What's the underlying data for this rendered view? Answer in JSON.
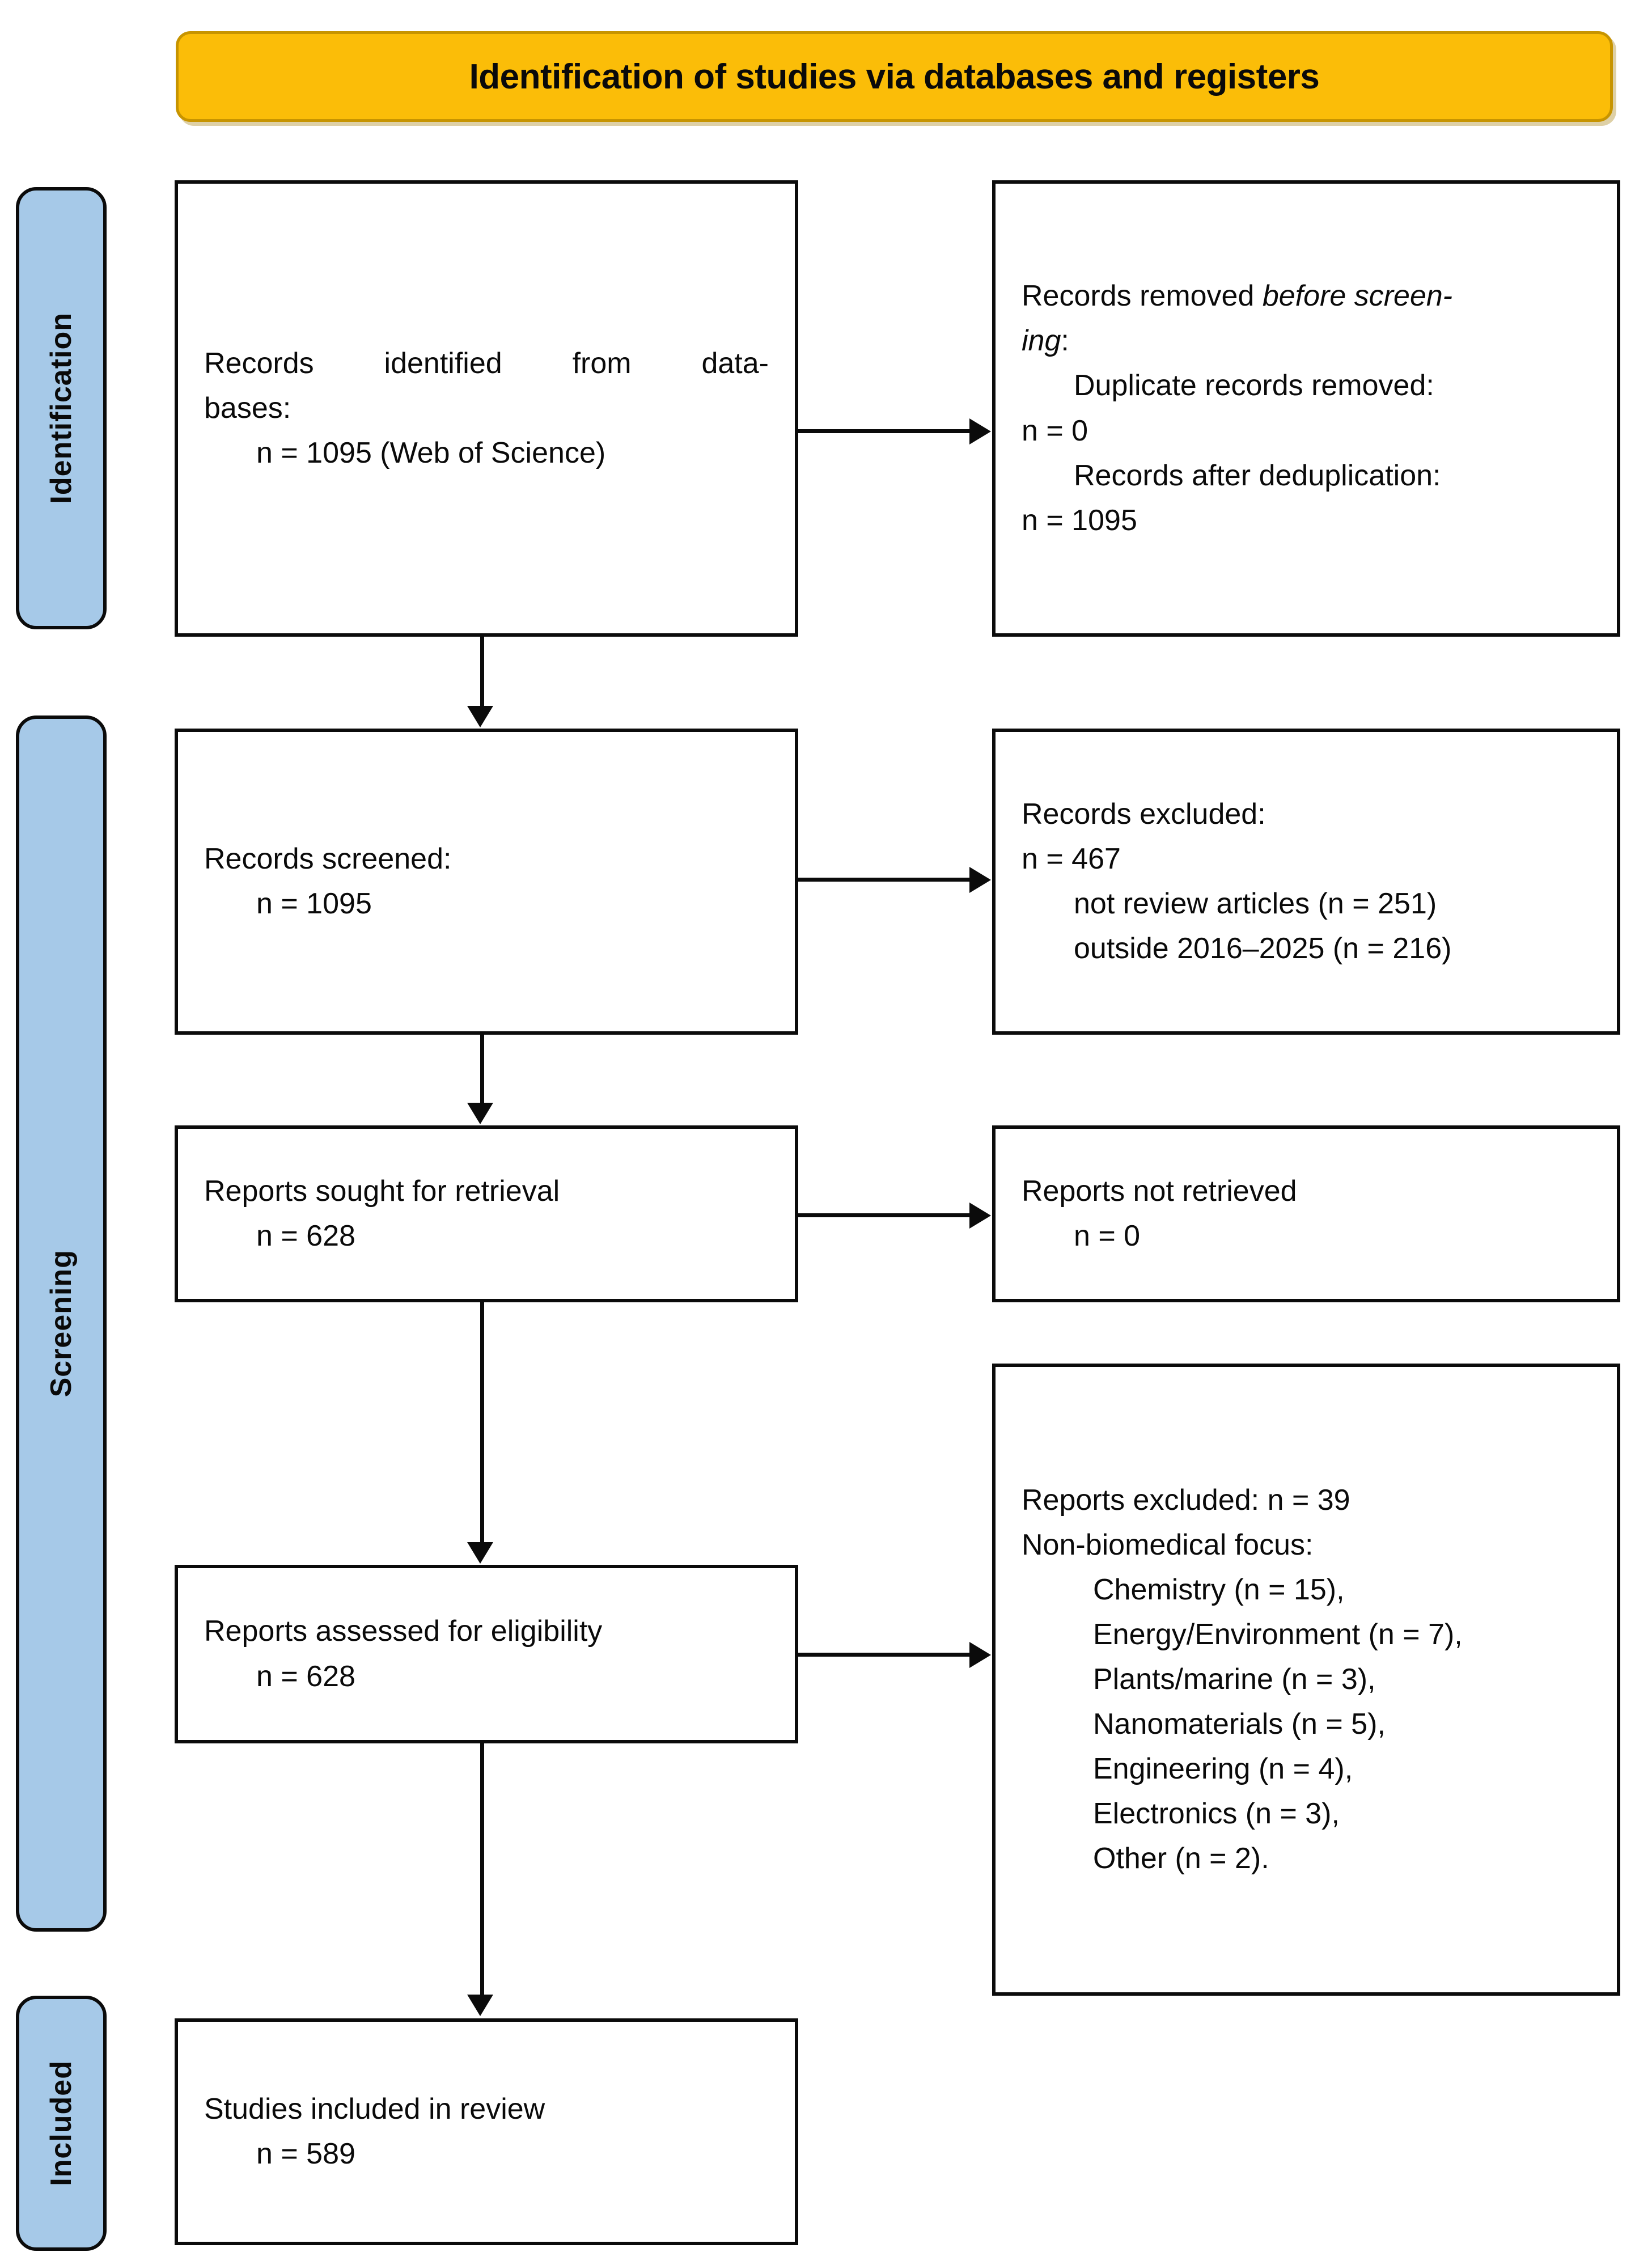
{
  "header": {
    "title": "Identification of studies via databases and registers",
    "bar_color": "#FBBD08",
    "bar_border_color": "#C79400"
  },
  "stages": {
    "identification": "Identification",
    "screening": "Screening",
    "included": "Included",
    "pill_color": "#A6C9E8"
  },
  "flow": {
    "records_identified": {
      "line1": "Records identified from data-",
      "line2": "bases:",
      "line3": "n = 1095 (Web of Science)"
    },
    "records_removed": {
      "line1_plain": "Records removed ",
      "line1_italic": "before screen-",
      "line2_italic": "ing",
      "line2_plain": ":",
      "line3": "Duplicate records removed:",
      "line4": "n = 0",
      "line5": "Records after deduplication:",
      "line6": "n = 1095"
    },
    "records_screened": {
      "line1": "Records screened:",
      "line2": "n = 1095"
    },
    "records_excluded": {
      "line1": "Records excluded:",
      "line2": "n = 467",
      "line3": "not review articles (n = 251)",
      "line4": "outside 2016–2025 (n = 216)"
    },
    "reports_sought": {
      "line1": "Reports sought for retrieval",
      "line2": "n = 628"
    },
    "reports_not_retrieved": {
      "line1": "Reports not retrieved",
      "line2": "n = 0"
    },
    "reports_assessed": {
      "line1": "Reports assessed for eligibility",
      "line2": "n = 628"
    },
    "reports_excluded": {
      "line1": "Reports excluded: n = 39",
      "line2": "Non-biomedical focus:",
      "line3": "Chemistry (n = 15),",
      "line4": "Energy/Environment (n = 7),",
      "line5": "Plants/marine (n = 3),",
      "line6": "Nanomaterials (n = 5),",
      "line7": "Engineering (n = 4),",
      "line8": "Electronics (n = 3),",
      "line9": "Other (n = 2)."
    },
    "studies_included": {
      "line1": "Studies included in review",
      "line2": "n = 589"
    }
  }
}
